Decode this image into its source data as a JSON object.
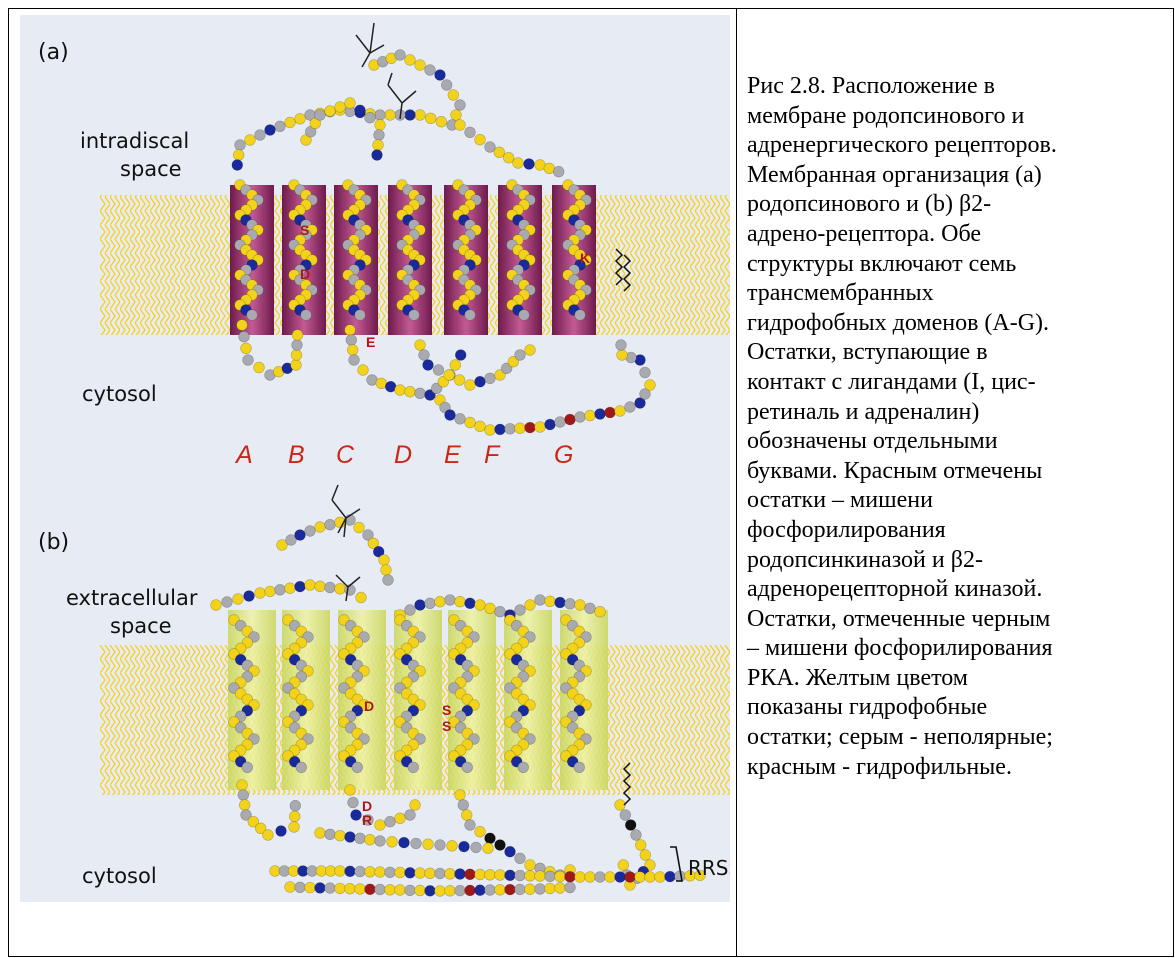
{
  "figure": {
    "panel_a": {
      "label": "(a)",
      "top_label_line1": "intradiscal",
      "top_label_line2": "space",
      "bottom_label": "cytosol",
      "helix_letters": [
        "A",
        "B",
        "C",
        "D",
        "E",
        "F",
        "G"
      ],
      "residue_labels": [
        "S",
        "D",
        "E",
        "K"
      ],
      "membrane_color": "#f5d22a",
      "helix_color": "#9a2a6a"
    },
    "panel_b": {
      "label": "(b)",
      "top_label_line1": "extracellular",
      "top_label_line2": "space",
      "bottom_label": "cytosol",
      "residue_labels": [
        "D",
        "S",
        "S",
        "D",
        "R"
      ],
      "bracket_label": "RRSS",
      "membrane_color": "#f5d22a",
      "helix_color": "#d8e27a"
    },
    "residue_colors": {
      "hydrophobic": "#f2d21a",
      "nonpolar": "#a8aab0",
      "polar": "#1a2a9c",
      "hydrophilic": "#a01818",
      "pka": "#111111"
    },
    "background": "#e7ebf3"
  },
  "caption": {
    "text": "Рис 2.8. Расположение в\nмембране родопсинового и\nадренергического рецепторов.\nМембранная организация (а)\nродопсинового и (b) β2-\nадрено-рецептора. Обе\nструктуры включают семь\nтрансмембранных\nгидрофобных доменов (A-G).\nОстатки, вступающие в\nконтакт с лигандами (I, цис-\nретиналь и адреналин)\nобозначены отдельными\nбуквами. Красным отмечены\nостатки – мишени\nфосфорилирования\nродопсинкиназой и β2-\nадренорецепторной киназой.\nОстатки, отмеченные черным\n– мишени фосфорилирования\nРКА. Желтым цветом\nпоказаны гидрофобные\nостатки; серым - неполярные;\nкрасным - гидрофильные."
  }
}
